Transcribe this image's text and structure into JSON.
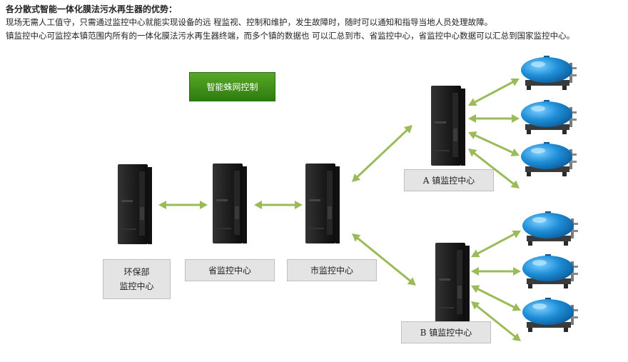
{
  "text": {
    "heading": "各分散式智能一体化膜法污水再生器的优势：",
    "line1": "现场无需人工值守，只需通过监控中心就能实现设备的远  程监视、控制和维护，发生故障时，随时可以通知和指导当地人员处理故障。",
    "line2": "镇监控中心可监控本镇范围内所有的一体化膜法污水再生器终端，而多个镇的数据也  可以汇总到市、省监控中心，省监控中心数据可以汇总到国家监控中心。"
  },
  "diagram": {
    "control_label": "智能蛛网控制",
    "nodes": {
      "env_line1": "环保部",
      "env_line2": "监控中心",
      "province": "省监控中心",
      "city": "市监控中心",
      "town_a": "A 镇监控中心",
      "town_b": "B 镇监控中心"
    },
    "colors": {
      "arrow": "#9bbb59",
      "control_bg": "#3f8f1a",
      "label_bg": "#e4e4e4",
      "server": "#1c1c1c",
      "tank": "#1f8fd8"
    },
    "icons": [
      "server-icon",
      "tank-icon",
      "double-arrow"
    ]
  }
}
